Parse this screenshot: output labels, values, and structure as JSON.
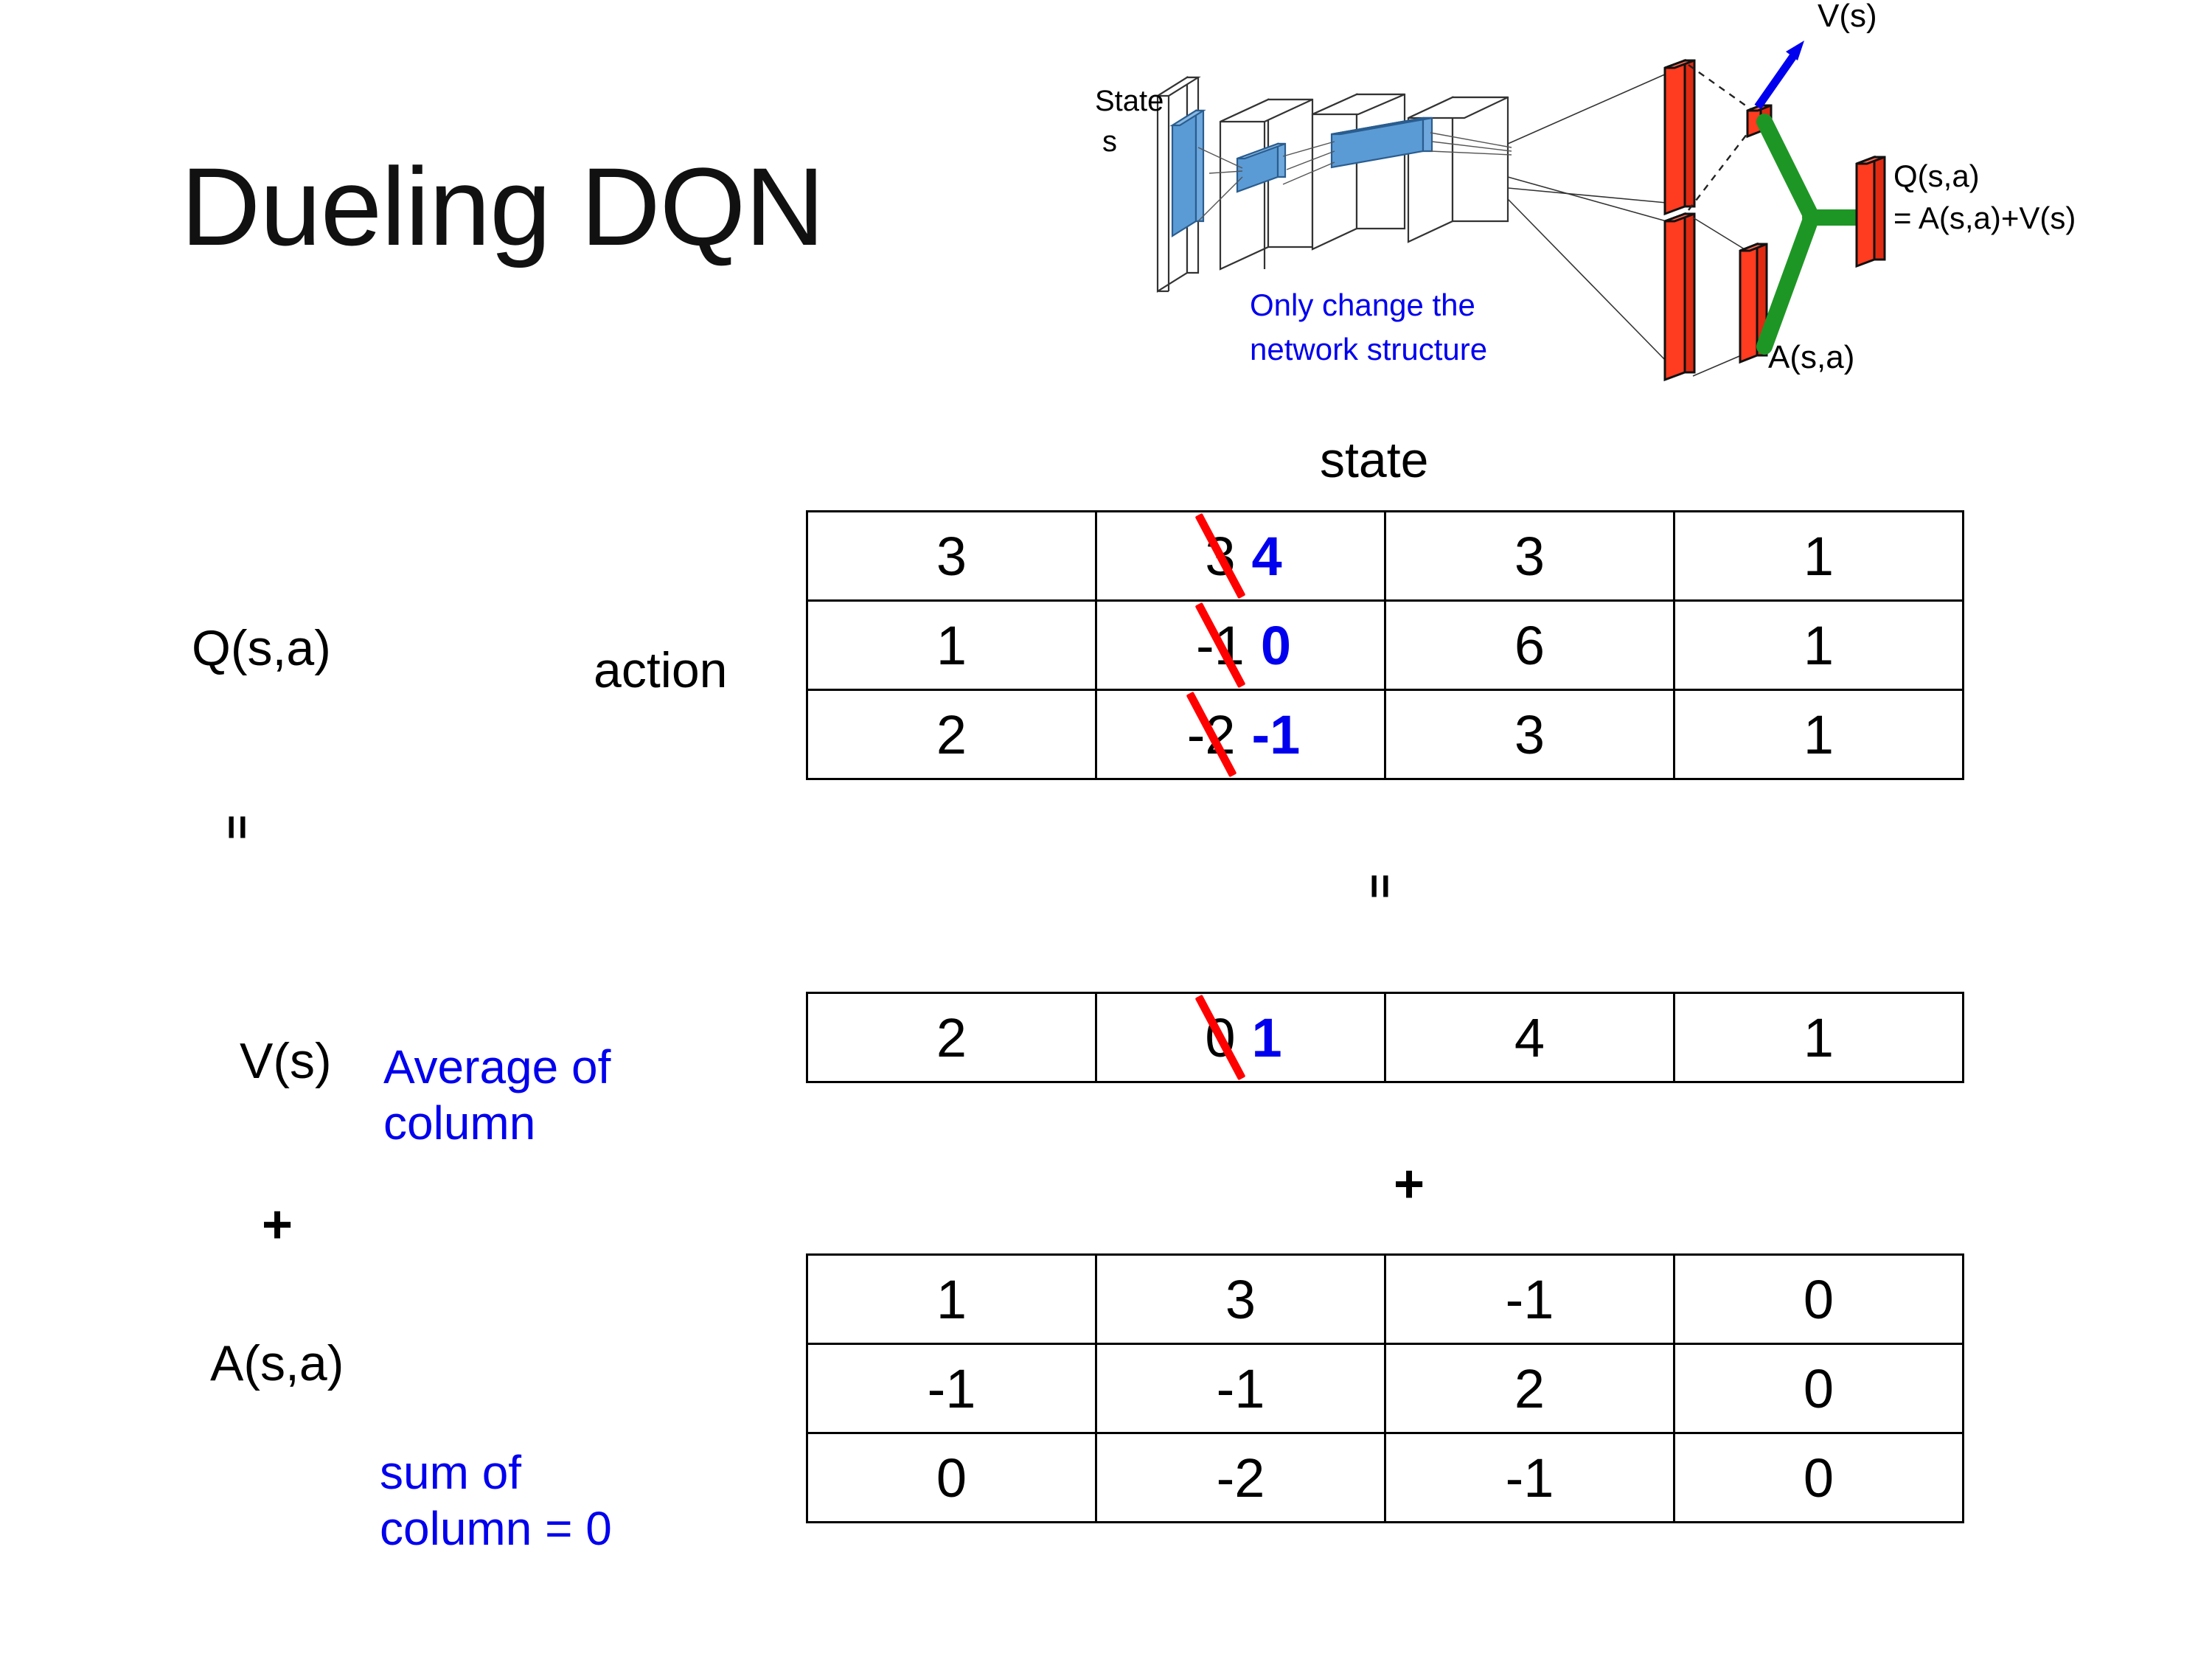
{
  "slide": {
    "title": "Dueling DQN"
  },
  "diagram": {
    "input_label_line1": "State",
    "input_label_line2": "s",
    "note_line1": "Only change the",
    "note_line2": "network structure",
    "v_label": "V(s)",
    "a_label": "A(s,a)",
    "q_label_line1": "Q(s,a)",
    "q_label_line2": "= A(s,a)+V(s)",
    "colors": {
      "blue_block": "#5B9BD5",
      "red_bar": "#FF3B20",
      "green_link": "#1E9625",
      "blue_arrow": "#0000EE",
      "note_text": "#0000EE"
    }
  },
  "labels": {
    "state_header": "state",
    "action": "action",
    "q": "Q(s,a)",
    "v": "V(s)",
    "a": "A(s,a)",
    "equals_left": "=",
    "equals_mid": "=",
    "plus_left": "+",
    "plus_mid": "+",
    "avg_note_line1": "Average of",
    "avg_note_line2": "column",
    "sum_note_line1": "sum of",
    "sum_note_line2": "column = 0"
  },
  "colors": {
    "strike": "#FF0000",
    "edited_value": "#0000EE",
    "text": "#000000",
    "grid": "#000000"
  },
  "chart_data": {
    "type": "table",
    "title": "Dueling DQN value decomposition",
    "tables": [
      {
        "name": "Q(s,a)",
        "row_axis": "action",
        "col_axis": "state",
        "rows": [
          [
            {
              "value": "3"
            },
            {
              "value": "3",
              "struck": true,
              "new_value": "4"
            },
            {
              "value": "3"
            },
            {
              "value": "1"
            }
          ],
          [
            {
              "value": "1"
            },
            {
              "value": "-1",
              "struck": true,
              "new_value": "0"
            },
            {
              "value": "6"
            },
            {
              "value": "1"
            }
          ],
          [
            {
              "value": "2"
            },
            {
              "value": "-2",
              "struck": true,
              "new_value": "-1"
            },
            {
              "value": "3"
            },
            {
              "value": "1"
            }
          ]
        ]
      },
      {
        "name": "V(s)",
        "row_axis": "",
        "col_axis": "state",
        "rows": [
          [
            {
              "value": "2"
            },
            {
              "value": "0",
              "struck": true,
              "new_value": "1"
            },
            {
              "value": "4"
            },
            {
              "value": "1"
            }
          ]
        ]
      },
      {
        "name": "A(s,a)",
        "row_axis": "action",
        "col_axis": "state",
        "rows": [
          [
            {
              "value": "1"
            },
            {
              "value": "3"
            },
            {
              "value": "-1"
            },
            {
              "value": "0"
            }
          ],
          [
            {
              "value": "-1"
            },
            {
              "value": "-1"
            },
            {
              "value": "2"
            },
            {
              "value": "0"
            }
          ],
          [
            {
              "value": "0"
            },
            {
              "value": "-2"
            },
            {
              "value": "-1"
            },
            {
              "value": "0"
            }
          ]
        ]
      }
    ],
    "relation": "Q(s,a) = V(s) + A(s,a)",
    "annotations": [
      "Average of column",
      "sum of column = 0"
    ]
  }
}
